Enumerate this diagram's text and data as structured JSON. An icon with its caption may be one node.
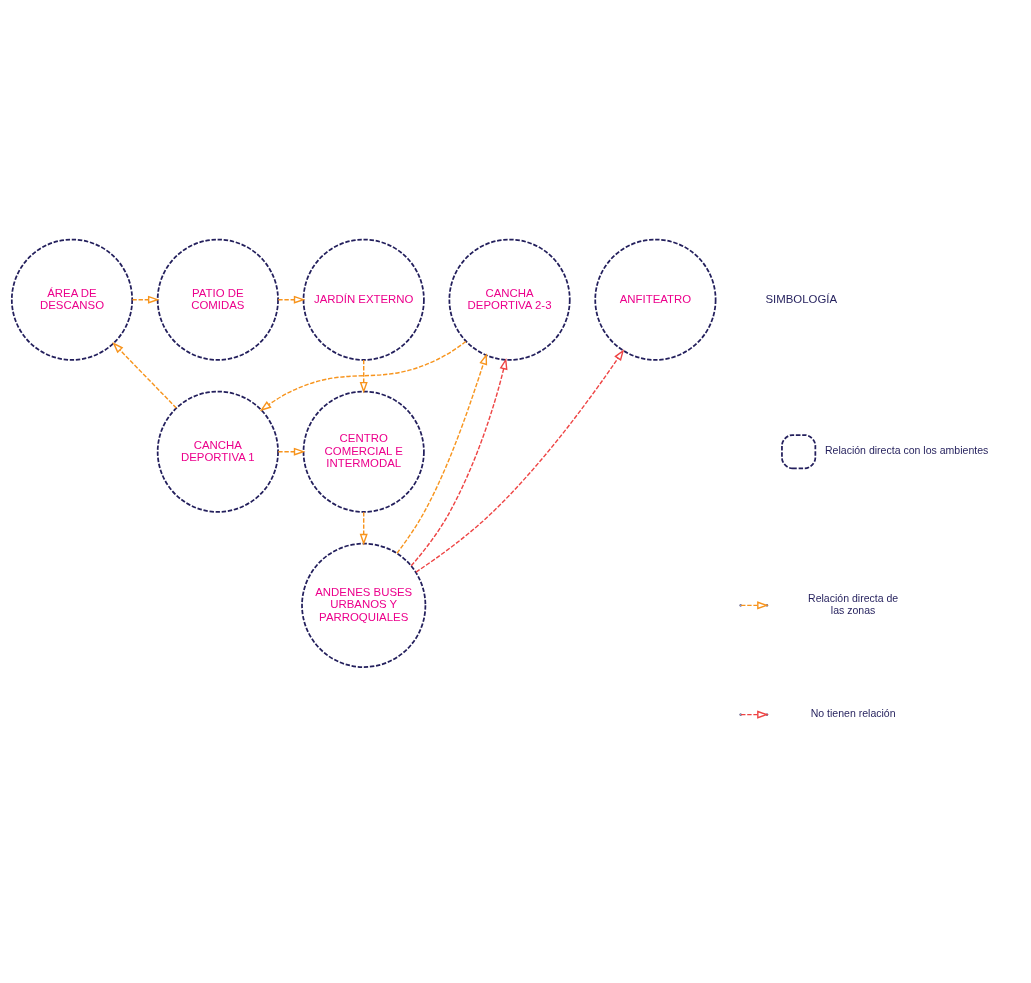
{
  "diagram": {
    "nodes": [
      {
        "text": [
          "ÁREA DE DESCANSO"
        ]
      },
      {
        "text": [
          "PATIO DE COMIDAS"
        ]
      },
      {
        "text": [
          "JARDÍN EXTERNO"
        ]
      },
      {
        "text": [
          "CANCHA DEPORTIVA 1"
        ]
      },
      {
        "text": [
          "CENTRO COMERCIAL E INTERMODAL"
        ]
      },
      {
        "text": [
          "CANCHA DEPORTIVA 2-3"
        ]
      },
      {
        "text": [
          "ANFITEATRO"
        ]
      },
      {
        "text": [
          "ANDENES BUSES URBANOS Y PARROQUIALES"
        ]
      }
    ],
    "edges": [
      {
        "from": 0,
        "to": 1,
        "arrow": "to",
        "style": "dashed"
      },
      {
        "from": 1,
        "to": 2,
        "arrow": "to",
        "style": "dashed"
      },
      {
        "from": 2,
        "to": 4,
        "arrow": "to",
        "style": "dashed"
      },
      {
        "from": 3,
        "to": 0,
        "arrow": "to",
        "style": "dashed"
      },
      {
        "from": 3,
        "to": 4,
        "arrow": "to",
        "style": "dashed"
      },
      {
        "from": 5,
        "to": 3,
        "arrow": "to",
        "style": "dashed"
      },
      {
        "from": 4,
        "to": 7,
        "arrow": "to",
        "style": "dashed"
      },
      {
        "from": 7,
        "to": 5,
        "arrow": "to",
        "style": "dashed"
      },
      {
        "from": 7,
        "to": 5,
        "arrow": "to",
        "style": "dashed",
        "color": "#ee4444"
      },
      {
        "from": 7,
        "to": 6,
        "arrow": "to",
        "style": "dashed",
        "color": "#ee4444"
      }
    ],
    "labels": [
      "SIMBOLOGÍA"
    ],
    "legend": [
      {
        "text": "Relación directa con los ambientes"
      },
      {
        "text": "Relación directa de las zonas"
      },
      {
        "text": "No tienen relación"
      }
    ]
  }
}
